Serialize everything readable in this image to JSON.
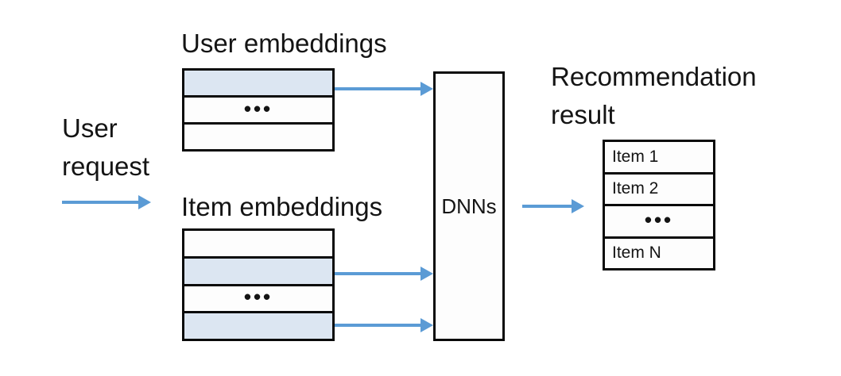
{
  "colors": {
    "arrow_blue": "#5b9bd5",
    "row_shaded_fill": "#dce6f2",
    "border_black": "#0a0a0a",
    "text_black": "#141414",
    "background": "#ffffff"
  },
  "labels": {
    "user_request": "User\nrequest",
    "user_embeddings_title": "User embeddings",
    "item_embeddings_title": "Item embeddings",
    "dnns": "DNNs",
    "recommendation_result_title": "Recommendation\nresult"
  },
  "user_embeddings_table": {
    "rows": [
      {
        "text": "",
        "shaded": true
      },
      {
        "text": "•••",
        "shaded": false
      },
      {
        "text": "",
        "shaded": false
      }
    ]
  },
  "item_embeddings_table": {
    "rows": [
      {
        "text": "",
        "shaded": false
      },
      {
        "text": "",
        "shaded": true
      },
      {
        "text": "•••",
        "shaded": false
      },
      {
        "text": "",
        "shaded": true
      }
    ]
  },
  "result_table": {
    "rows": [
      {
        "text": "Item 1"
      },
      {
        "text": "Item 2"
      },
      {
        "text": "•••"
      },
      {
        "text": "Item N"
      }
    ]
  }
}
